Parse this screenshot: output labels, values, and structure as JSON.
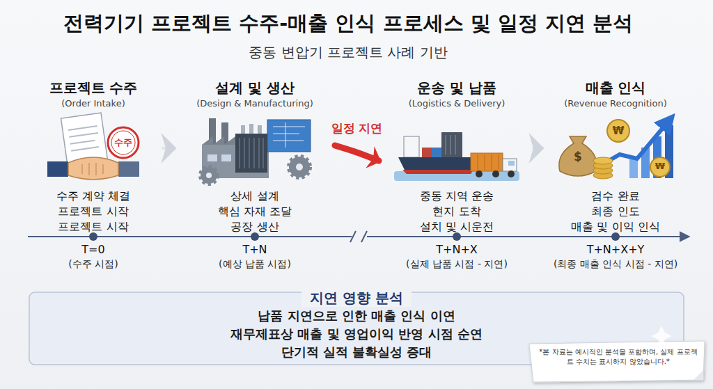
{
  "diagram": {
    "title": "전력기기 프로젝트 수주-매출 인식 프로세스 및 일정 지연 분석",
    "caption": "중동 변압기 프로젝트 사례 기반",
    "nodes": [
      {
        "text": [
          "프로젝트 수주",
          "(Order Intake)",
          "수주 계약 체결",
          "프로젝트 시작",
          "프로젝트 시작"
        ]
      },
      {
        "text": [
          "설계 및 생산",
          "(Design & Manufacturing)",
          "상세 설계",
          "핵심 자재 조달",
          "공장 생산"
        ]
      },
      {
        "text": [
          "운송 및 납품",
          "(Logistics & Delivery)",
          "중동 지역 운송",
          "현지 도착",
          "설치 및 시운전"
        ]
      },
      {
        "text": [
          "매출 인식",
          "(Revenue Recognition)",
          "검수 완료",
          "최종 인도",
          "매출 및 이익 인식"
        ]
      },
      {
        "text": [
          "지연 영향 분석",
          "납품 지연으로 인한 매출 인식 이연",
          "재무제표상 매출 및 영업이익 반영 시점 순연",
          "단기적 실적 불확실성 증대"
        ]
      }
    ],
    "edges": [
      {
        "from": 0,
        "to": 1,
        "arrow": "to"
      },
      {
        "from": 1,
        "to": 2,
        "label": "일정 지연",
        "arrow": "to"
      },
      {
        "from": 2,
        "to": 3,
        "arrow": "to"
      }
    ],
    "labels": [
      "수주",
      "$",
      "₩",
      "₩",
      "T=0",
      "(수주 시점)",
      "T+N",
      "(예상 납품 시점)",
      "T+N+X",
      "(실제 납품 시점 - 지연)",
      "T+N+X+Y",
      "(최종 매출 인식 시점 - 지연)",
      "*본 자료는 예시적인 분석을 포함하며, 실제 프로젝트 수치는 표시하지 않았습니다.*"
    ]
  }
}
